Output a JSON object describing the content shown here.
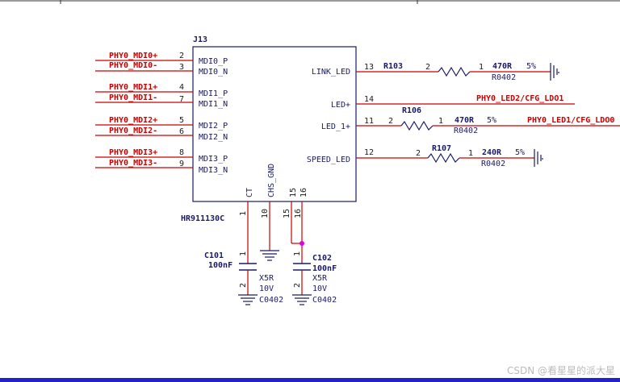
{
  "chip": {
    "refdes": "J13",
    "part": "HR911130C",
    "left_pins": [
      {
        "name": "MDI0_P",
        "num": "2",
        "net": "PHY0_MDI0+"
      },
      {
        "name": "MDI0_N",
        "num": "3",
        "net": "PHY0_MDI0-"
      },
      {
        "name": "MDI1_P",
        "num": "4",
        "net": "PHY0_MDI1+"
      },
      {
        "name": "MDI1_N",
        "num": "7",
        "net": "PHY0_MDI1-"
      },
      {
        "name": "MDI2_P",
        "num": "5",
        "net": "PHY0_MDI2+"
      },
      {
        "name": "MDI2_N",
        "num": "6",
        "net": "PHY0_MDI2-"
      },
      {
        "name": "MDI3_P",
        "num": "8",
        "net": "PHY0_MDI3+"
      },
      {
        "name": "MDI3_N",
        "num": "9",
        "net": "PHY0_MDI3-"
      }
    ],
    "right_pins": [
      {
        "name": "LINK_LED",
        "num": "13"
      },
      {
        "name": "LED+",
        "num": "14"
      },
      {
        "name": "LED_1+",
        "num": "11"
      },
      {
        "name": "SPEED_LED",
        "num": "12"
      }
    ],
    "bottom_pins": [
      {
        "name": "CT",
        "num": "1"
      },
      {
        "name": "CHS_GND",
        "num": "10"
      },
      {
        "name": "",
        "num": "15"
      },
      {
        "name": "",
        "num": "16"
      }
    ]
  },
  "resistors": [
    {
      "ref": "R103",
      "value": "470R",
      "tol": "5%",
      "pkg": "R0402",
      "pin_a": "2",
      "pin_b": "1"
    },
    {
      "ref": "R106",
      "value": "470R",
      "tol": "5%",
      "pkg": "R0402",
      "pin_a": "2",
      "pin_b": "1"
    },
    {
      "ref": "R107",
      "value": "240R",
      "tol": "5%",
      "pkg": "R0402",
      "pin_a": "2",
      "pin_b": "1"
    }
  ],
  "right_nets": {
    "led_plus": "PHY0_LED2/CFG_LDO1",
    "led_1_plus": "PHY0_LED1/CFG_LDO0"
  },
  "capacitors": [
    {
      "ref": "C101",
      "value": "100nF",
      "dielectric": "X5R",
      "voltage": "10V",
      "pkg": "C0402",
      "pin_top": "1",
      "pin_bot": "2"
    },
    {
      "ref": "C102",
      "value": "100nF",
      "dielectric": "X5R",
      "voltage": "10V",
      "pkg": "C0402",
      "pin_top": "1",
      "pin_bot": "2"
    }
  ],
  "watermark": "CSDN @看星星的派大星",
  "colors": {
    "wire": "#cc0000",
    "body": "#1a1a66",
    "junction": "#e000e0",
    "border_blue": "#2222cc"
  }
}
